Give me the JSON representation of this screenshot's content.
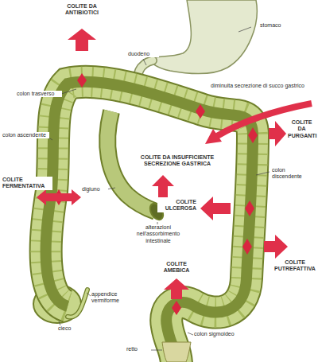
{
  "diagram": {
    "labels": [
      "COLITE DA ANTIBIOTICI",
      "stomaco",
      "duodeno",
      "diminuita secrezione di succo gastrico",
      "colon trasverso",
      "COLITE DA PURGANTI",
      "colon ascendente",
      "COLITE DA INSUFFICIENTE SECREZIONE GASTRICA",
      "COLITE FERMENTATIVA",
      "digiuno",
      "colon discendente",
      "COLITE ULCEROSA",
      "alterazioni nell'assorbimento intestinale",
      "COLITE AMEBICA",
      "COLITE PUTREFATTIVA",
      "appendice vermiforme",
      "cieco",
      "colon sigmoideo",
      "retto"
    ]
  }
}
